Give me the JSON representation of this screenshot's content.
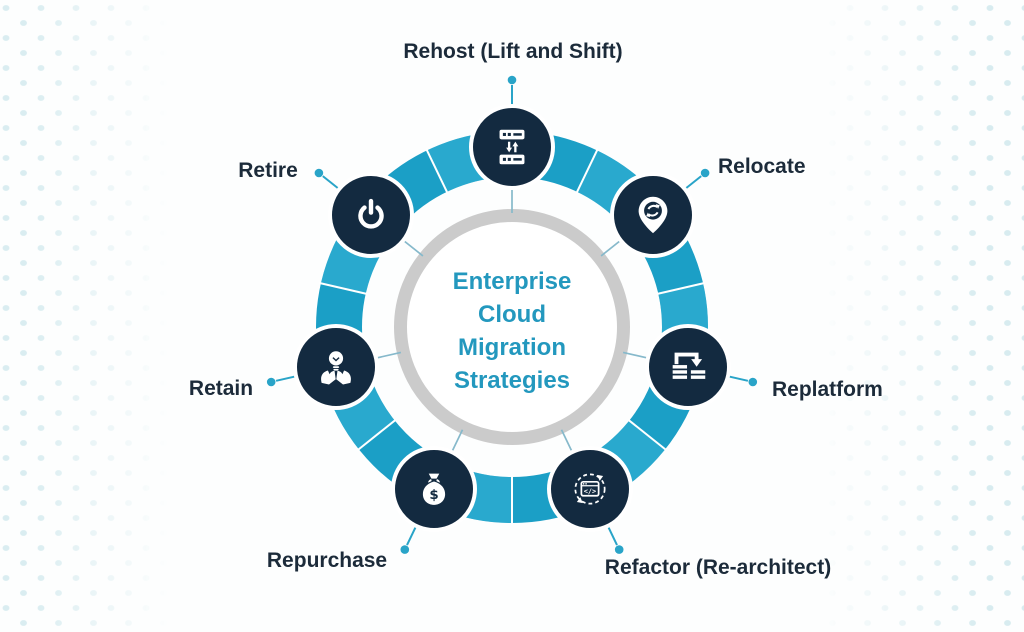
{
  "diagram_title": {
    "line1": "Enterprise",
    "line2": "Cloud",
    "line3": "Migration",
    "line4": "Strategies",
    "full_text": "Enterprise Cloud Migration Strategies"
  },
  "strategies": [
    {
      "id": "rehost",
      "label": "Rehost (Lift and Shift)",
      "icon": "server-transfer-icon",
      "position": "top"
    },
    {
      "id": "relocate",
      "label": "Relocate",
      "icon": "location-pin-sync-icon",
      "position": "upper-right"
    },
    {
      "id": "replatform",
      "label": "Replatform",
      "icon": "layers-migrate-icon",
      "position": "right"
    },
    {
      "id": "refactor",
      "label": "Refactor (Re-architect)",
      "icon": "code-cycle-icon",
      "position": "lower-right"
    },
    {
      "id": "repurchase",
      "label": "Repurchase",
      "icon": "money-bag-icon",
      "position": "lower-left"
    },
    {
      "id": "retain",
      "label": "Retain",
      "icon": "hands-bulb-icon",
      "position": "left"
    },
    {
      "id": "retire",
      "label": "Retire",
      "icon": "power-icon",
      "position": "upper-left"
    }
  ],
  "colors": {
    "ring_teal": "#1b9fc6",
    "ring_teal_light": "#3bb5d8",
    "node_navy": "#132a40",
    "label_navy": "#1c2b3a",
    "title_teal": "#2398be",
    "inner_ring_gray": "#cbcbcb",
    "connector_teal": "#29a4c8",
    "background": "#fdfefe"
  }
}
